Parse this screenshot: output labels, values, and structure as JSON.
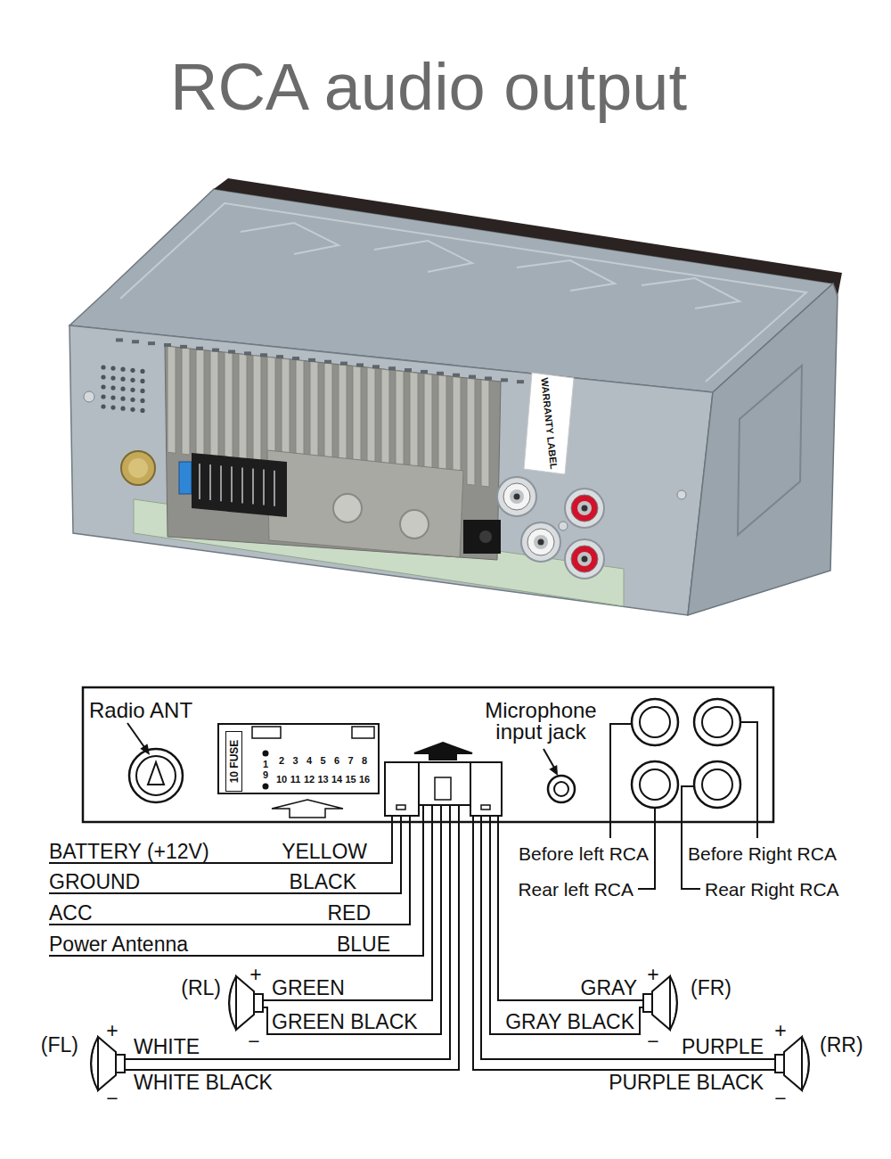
{
  "diagram": {
    "title": "RCA audio output",
    "nodes": [
      {
        "text": [
          "10 FUSE"
        ]
      }
    ],
    "labels": [
      "WARRANTY LABEL",
      "Radio ANT",
      "1",
      "2",
      "3",
      "4",
      "5",
      "6",
      "7",
      "8",
      "9",
      "10",
      "11",
      "12",
      "13",
      "14",
      "15",
      "16",
      "Microphone input jack",
      "Before left RCA",
      "Rear left RCA",
      "Before Right RCA",
      "Rear Right RCA",
      "BATTERY (+12V)",
      "YELLOW",
      "GROUND",
      "BLACK",
      "ACC",
      "RED",
      "Power Antenna",
      "BLUE",
      "(RL)",
      "+",
      "GREEN",
      "GREEN BLACK",
      "−",
      "GRAY",
      "+",
      "(FR)",
      "GRAY BLACK",
      "−",
      "(FL)",
      "+",
      "WHITE",
      "WHITE BLACK",
      "−",
      "PURPLE",
      "+",
      "(RR)",
      "PURPLE BLACK",
      "−"
    ]
  }
}
